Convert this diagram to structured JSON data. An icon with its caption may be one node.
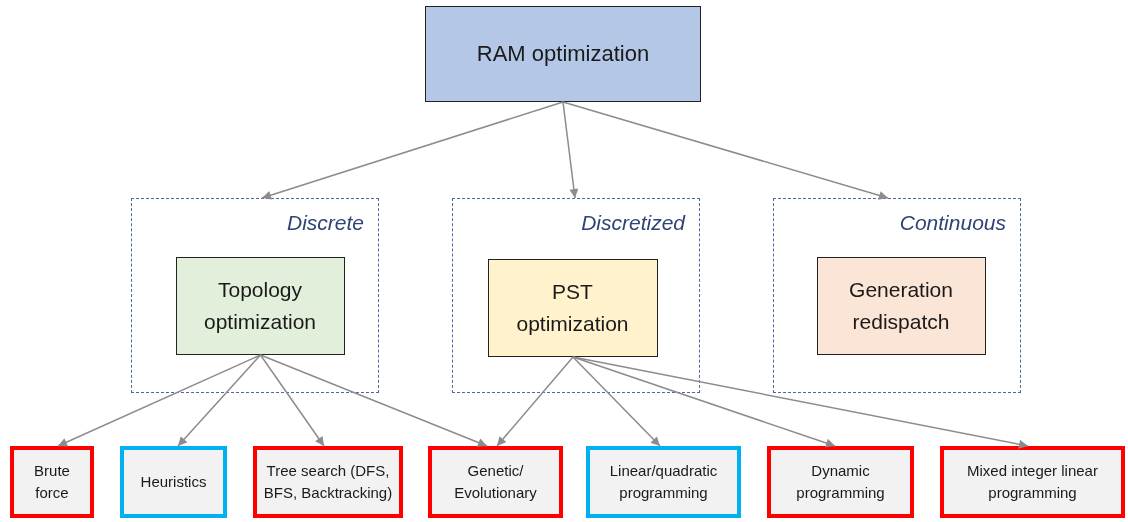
{
  "diagram": {
    "nodes": [
      {
        "text": [
          "RAM optimization"
        ]
      },
      {
        "text": [
          "Discrete"
        ]
      },
      {
        "text": [
          "Topology optimization"
        ],
        "in": 1
      },
      {
        "text": [
          "Discretized"
        ]
      },
      {
        "text": [
          "PST optimization"
        ],
        "in": 3
      },
      {
        "text": [
          "Continuous"
        ]
      },
      {
        "text": [
          "Generation redispatch"
        ],
        "in": 5
      },
      {
        "text": [
          "Brute force"
        ]
      },
      {
        "text": [
          "Heuristics"
        ]
      },
      {
        "text": [
          "Tree search (DFS, BFS, Backtracking)"
        ]
      },
      {
        "text": [
          "Genetic/ Evolutionary"
        ]
      },
      {
        "text": [
          "Linear/quadratic programming"
        ]
      },
      {
        "text": [
          "Dynamic programming"
        ]
      },
      {
        "text": [
          "Mixed integer linear programming"
        ]
      }
    ],
    "edges": [
      {
        "from": 0,
        "to": 1,
        "arrow": "to"
      },
      {
        "from": 0,
        "to": 3,
        "arrow": "to"
      },
      {
        "from": 0,
        "to": 5,
        "arrow": "to"
      },
      {
        "from": 2,
        "to": 7,
        "arrow": "to"
      },
      {
        "from": 2,
        "to": 8,
        "arrow": "to"
      },
      {
        "from": 2,
        "to": 9,
        "arrow": "to"
      },
      {
        "from": 2,
        "to": 10,
        "arrow": "to"
      },
      {
        "from": 4,
        "to": 10,
        "arrow": "to"
      },
      {
        "from": 4,
        "to": 11,
        "arrow": "to"
      },
      {
        "from": 4,
        "to": 12,
        "arrow": "to"
      },
      {
        "from": 4,
        "to": 13,
        "arrow": "to"
      }
    ]
  }
}
